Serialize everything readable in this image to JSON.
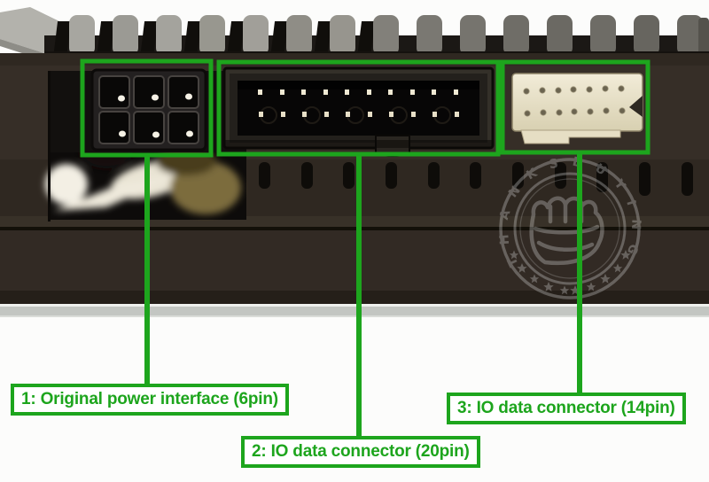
{
  "colors": {
    "accent_green": "#1da51d",
    "watermark_gray": "#e3e3e3",
    "connector3_body": "#ece5cc"
  },
  "watermark": {
    "brand_text": "THANKSBUYING"
  },
  "callouts": [
    {
      "number": "1",
      "label": "1: Original power interface (6pin)",
      "connector": "6-pin-power-connector"
    },
    {
      "number": "2",
      "label": "2: IO data connector (20pin)",
      "connector": "20-pin-idc-header"
    },
    {
      "number": "3",
      "label": "3: IO data connector (14pin)",
      "connector": "14-pin-white-connector"
    }
  ]
}
